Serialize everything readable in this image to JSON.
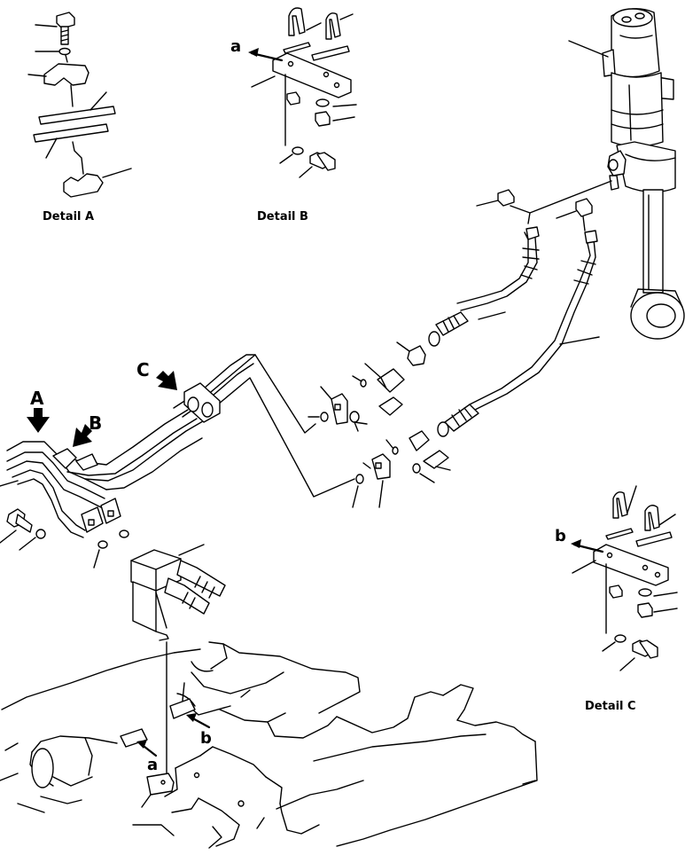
{
  "captions": {
    "detail_a": "Detail  A",
    "detail_b": "Detail  B",
    "detail_c": "Detail  C"
  },
  "view_letters": {
    "a": "A",
    "b": "B",
    "c": "C"
  },
  "ref_letters": {
    "a_detail": "a",
    "b_detail": "b",
    "a_frame": "a",
    "b_frame": "b"
  }
}
